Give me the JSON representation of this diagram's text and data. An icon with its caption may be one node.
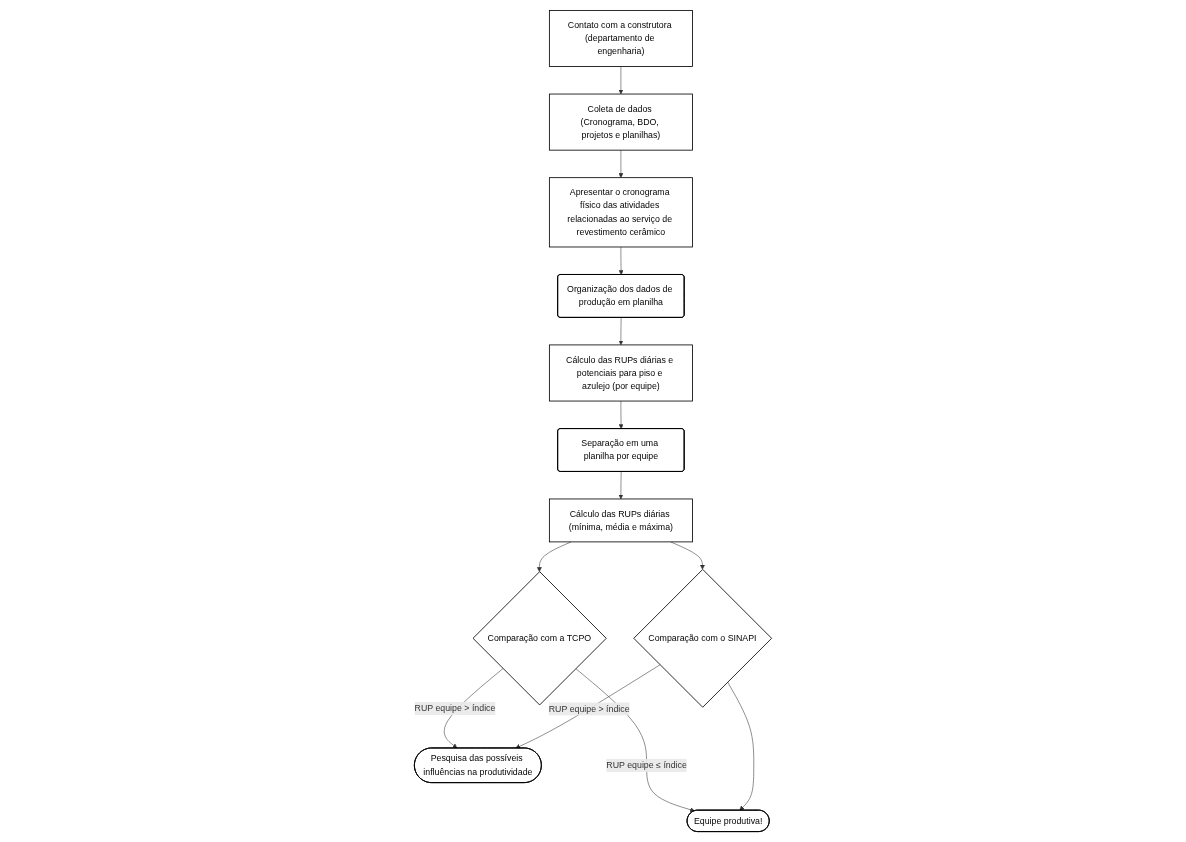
{
  "diagram": {
    "nodes": [
      {
        "text": [
          "Contato com a construtora (departamento de engenharia)"
        ]
      },
      {
        "text": [
          "Coleta de dados (Cronograma, BDO, projetos e planilhas)"
        ]
      },
      {
        "text": [
          "Apresentar o cronograma físico das atividades relacionadas ao serviço de revestimento cerâmico"
        ]
      },
      {
        "text": [
          "Organização dos dados de produção em planilha"
        ]
      },
      {
        "text": [
          "Cálculo das RUPs diárias e potenciais para piso e azulejo (por equipe)"
        ]
      },
      {
        "text": [
          "Separação em uma planilha por equipe"
        ]
      },
      {
        "text": [
          "Cálculo das RUPs diárias (mínima, média e máxima)"
        ]
      },
      {
        "text": [
          "Comparação com a TCPO"
        ]
      },
      {
        "text": [
          "Comparação com o SINAPI"
        ]
      },
      {
        "text": [
          "Equipe produtiva!"
        ]
      },
      {
        "text": [
          "Pesquisa das possíveis influências na produtividade"
        ]
      }
    ],
    "edges": [
      {
        "from": 0,
        "to": 1,
        "arrow": "to"
      },
      {
        "from": 1,
        "to": 2,
        "arrow": "to"
      },
      {
        "from": 2,
        "to": 3,
        "arrow": "to"
      },
      {
        "from": 3,
        "to": 4,
        "arrow": "to"
      },
      {
        "from": 4,
        "to": 5,
        "arrow": "to"
      },
      {
        "from": 5,
        "to": 6,
        "arrow": "to"
      },
      {
        "from": 6,
        "to": 7,
        "arrow": "to"
      },
      {
        "from": 6,
        "to": 8,
        "arrow": "to"
      },
      {
        "from": 7,
        "to": 10,
        "arrow": "to",
        "label": "RUP equipe > índice"
      },
      {
        "from": 7,
        "to": 9,
        "arrow": "to",
        "label": "RUP equipe ≤ índice"
      },
      {
        "from": 8,
        "to": 9,
        "arrow": "to"
      },
      {
        "from": 8,
        "to": 10,
        "arrow": "to",
        "label": "RUP equipe > índice"
      }
    ]
  }
}
